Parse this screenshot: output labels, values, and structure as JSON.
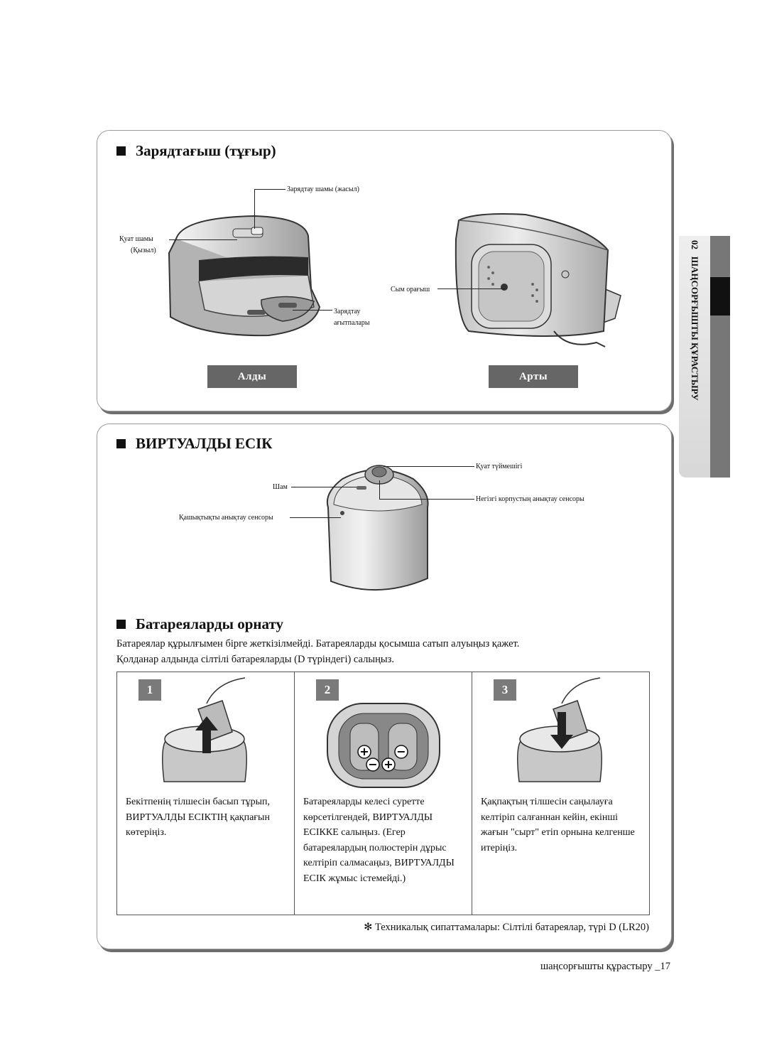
{
  "charger": {
    "title": "Зарядтағыш (тұғыр)",
    "callouts": {
      "charge_lamp": "Зарядтау шамы (жасыл)",
      "power_lamp_1": "Қуат шамы",
      "power_lamp_2": "(Қызыл)",
      "cord_winder": "Сым орағыш",
      "contacts_1": "Зарядтау",
      "contacts_2": "ағытпалары"
    },
    "front_label": "Алды",
    "back_label": "Арты"
  },
  "virtual_door": {
    "title": "ВИРТУАЛДЫ ЕСІК",
    "callouts": {
      "power_button": "Қуат түймешігі",
      "lamp": "Шам",
      "main_sensor": "Негізгі корпустың анықтау сенсоры",
      "distance_sensor": "Қашықтықты анықтау сенсоры"
    }
  },
  "batteries": {
    "title": "Батареяларды орнату",
    "intro_line1": "Батареялар құрылғымен бірге жеткізілмейді.  Батареяларды қосымша сатып алуыңыз қажет.",
    "intro_line2": "Қолданар алдында сілтілі батареяларды (D түріндегі) салыңыз.",
    "steps": [
      {
        "num": "1",
        "text": "Бекітпенің тілшесін басып тұрып, ВИРТУАЛДЫ ЕСІКТІҢ қақпағын көтеріңіз."
      },
      {
        "num": "2",
        "text": "Батареяларды келесі суретте көрсетілгендей, ВИРТУАЛДЫ ЕСІККЕ салыңыз. (Егер батареялардың полюстерін дұрыс келтіріп салмасаңыз, ВИРТУАЛДЫ ЕСІК жұмыс істемейді.)"
      },
      {
        "num": "3",
        "text": "Қақпақтың тілшесін саңылауға келтіріп салғаннан кейін, екінші жағын \"сырт\" етіп орнына келгенше итеріңіз."
      }
    ],
    "footnote_symbol": "✻",
    "footnote": "Техникалық сипаттамалары: Сілтілі батареялар, түрі D (LR20)"
  },
  "side_tab": {
    "number": "02",
    "label": "ШАҢСОРҒЫШТЫ ҚҰРАСТЫРУ"
  },
  "footer": {
    "text": "шаңсорғышты құрастыру _",
    "page_number": "17"
  }
}
